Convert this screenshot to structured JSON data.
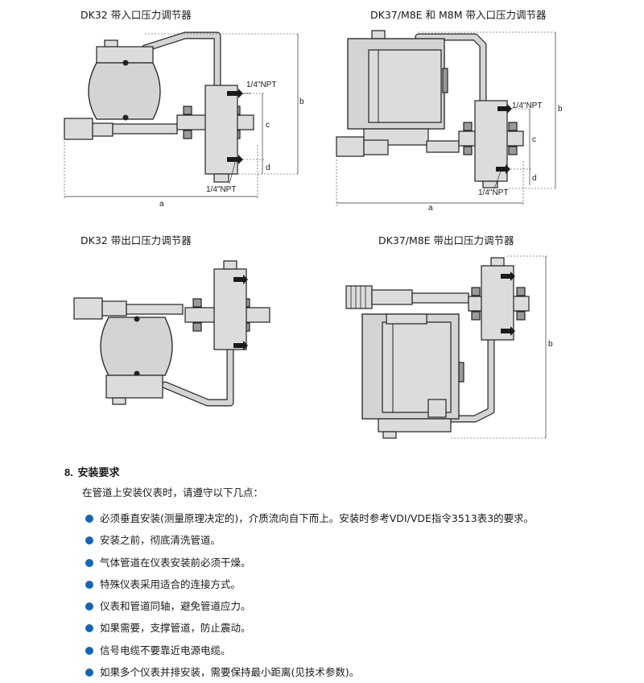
{
  "figures": [
    {
      "title": "DK32 带入口压力调节器",
      "labels": {
        "port_top": "1/4\"NPT",
        "port_bottom": "1/4\"NPT",
        "a": "a",
        "b": "b",
        "c": "c",
        "d": "d"
      }
    },
    {
      "title": "DK37/M8E 和 M8M 带入口压力调节器",
      "labels": {
        "port_top": "1/4\"NPT",
        "port_bottom": "1/4\"NPT",
        "a": "a",
        "b": "b",
        "c": "c",
        "d": "d"
      }
    },
    {
      "title": "DK32 带出口压力调节器"
    },
    {
      "title": "DK37/M8E 带出口压力调节器",
      "labels": {
        "b": "b"
      }
    }
  ],
  "section": {
    "number": "8.",
    "title": "安装要求",
    "intro": "在管道上安装仪表时，请遵守以下几点：",
    "bullet_color": "#1565b5",
    "items": [
      "必须垂直安装(测量原理决定的)，介质流向自下而上。安装时参考VDI/VDE指令3513表3的要求。",
      "安装之前，彻底清洗管道。",
      "气体管道在仪表安装前必须干燥。",
      "特殊仪表采用适合的连接方式。",
      "仪表和管道同轴，避免管道应力。",
      "如果需要，支撑管道，防止震动。",
      "信号电缆不要靠近电源电缆。",
      "如果多个仪表并排安装，需要保持最小距离(见技术参数)。"
    ]
  }
}
